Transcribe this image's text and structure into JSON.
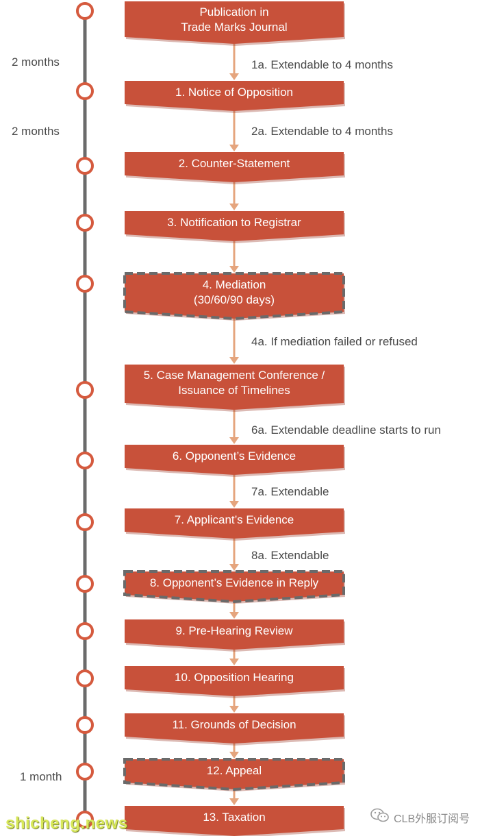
{
  "colors": {
    "box_fill": "#c8513a",
    "box_shadow": "#9c3a27",
    "arrow": "#e5a57e",
    "timeline": "#6b6b6b",
    "node_ring": "#d55a3e",
    "dashed_border": "#6a6a6a"
  },
  "side_labels": [
    "2 months",
    "2 months",
    "1 month"
  ],
  "boxes": [
    {
      "lines": [
        "Publication in",
        "Trade Marks Journal"
      ],
      "dashed": false
    },
    {
      "lines": [
        "1. Notice of Opposition"
      ],
      "dashed": false
    },
    {
      "lines": [
        "2. Counter-Statement"
      ],
      "dashed": false
    },
    {
      "lines": [
        "3. Notification to Registrar"
      ],
      "dashed": false
    },
    {
      "lines": [
        "4. Mediation",
        "(30/60/90 days)"
      ],
      "dashed": true
    },
    {
      "lines": [
        "5. Case Management Conference /",
        "Issuance of Timelines"
      ],
      "dashed": false
    },
    {
      "lines": [
        "6. Opponent’s Evidence"
      ],
      "dashed": false
    },
    {
      "lines": [
        "7. Applicant’s Evidence"
      ],
      "dashed": false
    },
    {
      "lines": [
        "8. Opponent’s Evidence in Reply"
      ],
      "dashed": true
    },
    {
      "lines": [
        "9. Pre-Hearing Review"
      ],
      "dashed": false
    },
    {
      "lines": [
        "10. Opposition Hearing"
      ],
      "dashed": false
    },
    {
      "lines": [
        "11. Grounds of Decision"
      ],
      "dashed": false
    },
    {
      "lines": [
        "12. Appeal"
      ],
      "dashed": true
    },
    {
      "lines": [
        "13. Taxation"
      ],
      "dashed": false
    }
  ],
  "step_labels": [
    "1a. Extendable to 4 months",
    "2a. Extendable to 4 months",
    "4a. If mediation failed or refused",
    "6a. Extendable deadline starts to run",
    "7a. Extendable",
    "8a. Extendable"
  ],
  "watermarks": {
    "left": "shicheng.news",
    "right": "CLB外服订阅号",
    "right_icon": "wechat-icon"
  }
}
